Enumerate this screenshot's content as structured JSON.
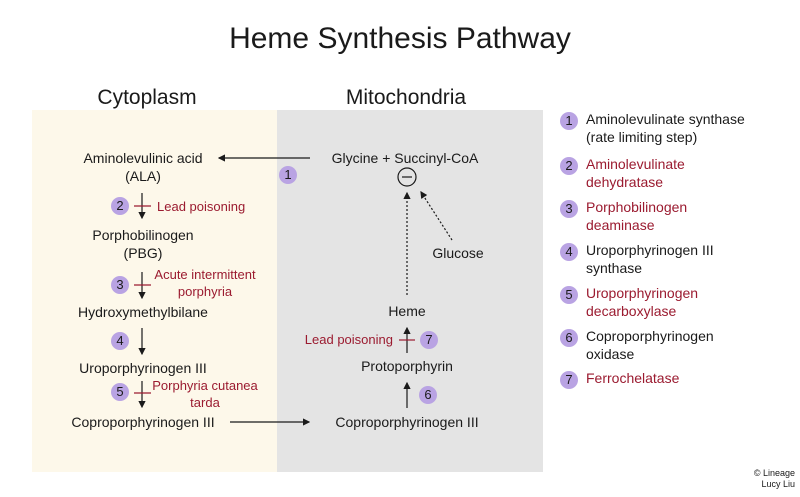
{
  "title": "Heme Synthesis Pathway",
  "compartments": {
    "cytoplasm": "Cytoplasm",
    "mitochondria": "Mitochondria"
  },
  "nodes": {
    "ala": [
      "Aminolevulinic acid",
      "(ALA)"
    ],
    "glycine": "Glycine + Succinyl-CoA",
    "pbg": [
      "Porphobilinogen",
      "(PBG)"
    ],
    "hmb": "Hydroxymethylbilane",
    "uro": "Uroporphyrinogen III",
    "copro_cyto": "Coproporphyrinogen III",
    "copro_mito": "Coproporphyrinogen III",
    "proto": "Protoporphyrin",
    "heme": "Heme",
    "glucose": "Glucose",
    "inhibit": "−"
  },
  "diseases": {
    "lead2": "Lead poisoning",
    "aip": [
      "Acute intermittent",
      "porphyria"
    ],
    "pct": [
      "Porphyria cutanea",
      "tarda"
    ],
    "lead7": "Lead poisoning"
  },
  "steps": [
    "1",
    "2",
    "3",
    "4",
    "5",
    "6",
    "7"
  ],
  "legend": [
    {
      "num": "1",
      "lines": [
        "Aminolevulinate synthase",
        "(rate limiting step)"
      ],
      "disease": false
    },
    {
      "num": "2",
      "lines": [
        "Aminolevulinate",
        "dehydratase"
      ],
      "disease": true
    },
    {
      "num": "3",
      "lines": [
        "Porphobilinogen",
        "deaminase"
      ],
      "disease": true
    },
    {
      "num": "4",
      "lines": [
        "Uroporphyrinogen III",
        "synthase"
      ],
      "disease": false
    },
    {
      "num": "5",
      "lines": [
        "Uroporphyrinogen",
        "decarboxylase"
      ],
      "disease": true
    },
    {
      "num": "6",
      "lines": [
        "Coproporphyrinogen",
        "oxidase"
      ],
      "disease": false
    },
    {
      "num": "7",
      "lines": [
        "Ferrochelatase"
      ],
      "disease": true
    }
  ],
  "credit": [
    "© Lineage",
    "Lucy Liu"
  ],
  "colors": {
    "disease": "#9b1b30",
    "step": "#b9a3e3",
    "cytoplasm": "#fdf8ea",
    "mitochondria": "#e4e4e4"
  }
}
